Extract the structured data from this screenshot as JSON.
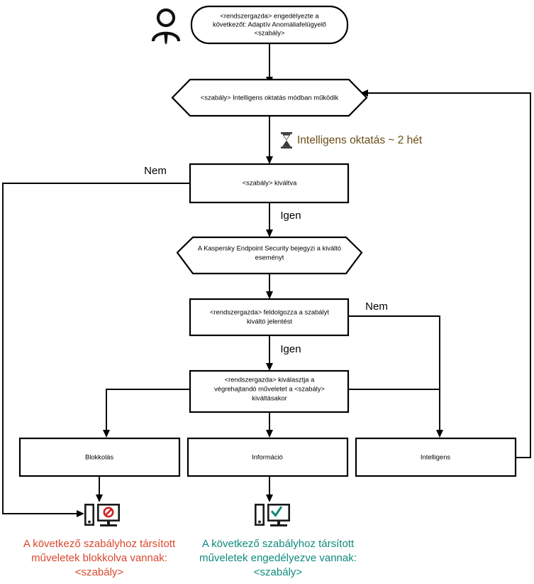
{
  "diagram": {
    "title": "Adaptiv Anomaliafelugyelo szabaly folyamatabra",
    "colors": {
      "stroke": "#000000",
      "blocked_text": "#d9472e",
      "allowed_text": "#0f8a7e",
      "timer_text": "#6b4d16",
      "background": "#ffffff"
    },
    "nodes": {
      "actor_icon": "person-icon",
      "start": {
        "shape": "rounded-rect",
        "lines": [
          "<rendszergazda> engedélyezte a",
          "következőt: Adaptív Anomáliafelügyelő",
          "<szabály>"
        ]
      },
      "smart_training": {
        "shape": "hexagon",
        "lines": [
          "<szabály> Intelligens oktatás módban működik"
        ]
      },
      "timer": {
        "icon": "hourglass-icon",
        "label": "Intelligens oktatás ~ 2 hét"
      },
      "rule_triggered": {
        "shape": "rect",
        "lines": [
          "<szabály> kiváltva"
        ]
      },
      "kes_logs_event": {
        "shape": "hexagon",
        "lines": [
          "A Kaspersky Endpoint Security bejegyzi a kiváltó",
          "eseményt"
        ]
      },
      "admin_processes_report": {
        "shape": "rect",
        "lines": [
          "<rendszergazda>  feldolgozza a szabályt",
          "kiváltó jelentést"
        ]
      },
      "admin_selects_action": {
        "shape": "rect",
        "lines": [
          "<rendszergazda> kiválasztja a",
          "végrehajtandó műveletet a <szabály>",
          "kiváltásakor"
        ]
      },
      "action_block": {
        "shape": "rect",
        "lines": [
          "Blokkolás"
        ]
      },
      "action_info": {
        "shape": "rect",
        "lines": [
          "Információ"
        ]
      },
      "action_smart": {
        "shape": "rect",
        "lines": [
          "Intelligens"
        ]
      },
      "blocked_endpoint_icon": "computer-blocked-icon",
      "allowed_endpoint_icon": "computer-allowed-icon"
    },
    "edge_labels": {
      "triggered_no": "Nem",
      "triggered_yes": "Igen",
      "report_no": "Nem",
      "report_yes": "Igen"
    },
    "captions": {
      "blocked": [
        "A következő szabályhoz társított",
        "műveletek blokkolva vannak:",
        "<szabály>"
      ],
      "allowed": [
        "A következő szabályhoz társított",
        "műveletek engedélyezve vannak:",
        "<szabály>"
      ]
    }
  }
}
